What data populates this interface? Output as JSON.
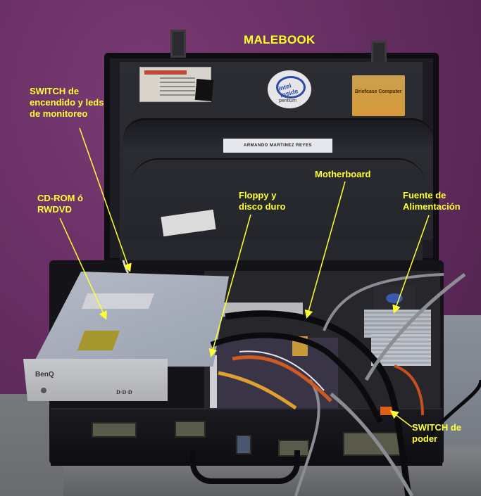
{
  "title": "MALEBOOK",
  "labels": {
    "switch_leds": [
      "SWITCH de",
      "encendido y leds",
      "de monitoreo"
    ],
    "cdrom": [
      "CD-ROM ó",
      "RWDVD"
    ],
    "floppy": [
      "Floppy y",
      "disco duro"
    ],
    "motherboard": [
      "Motherboard"
    ],
    "power_supply": [
      "Fuente de",
      "Alimentación"
    ],
    "power_switch": [
      "SWITCH de",
      "poder"
    ]
  },
  "stickers": {
    "intel_logo": "intel inside",
    "intel_brand": "pentium",
    "name_label": "ARMANDO MARTINEZ REYES",
    "business_card": "Briefcase Computer"
  },
  "cdrom_brand": "BenQ",
  "colors": {
    "label_yellow": "#ffff33",
    "wall_purple": "#6b2f68",
    "case_black": "#141418"
  }
}
